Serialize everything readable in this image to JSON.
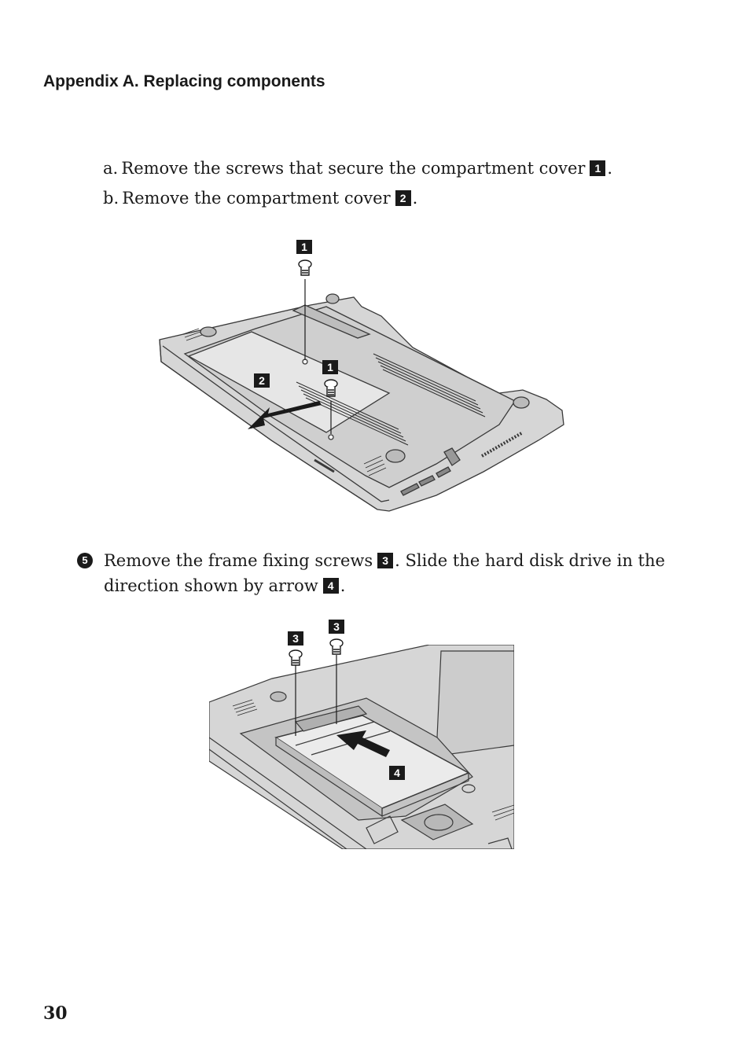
{
  "header": {
    "title": "Appendix A. Replacing components"
  },
  "steps": {
    "a": {
      "text_before": "a. Remove the screws that secure the compartment cover",
      "callout": "1",
      "text_after": "."
    },
    "b": {
      "text_before": "b. Remove the compartment cover",
      "callout": "2",
      "text_after": "."
    },
    "step5": {
      "number": "5",
      "line1_before": "Remove the frame fixing screws",
      "line1_callout": "3",
      "line1_after": ". Slide the hard disk drive in the",
      "line2_before": "direction shown by arrow",
      "line2_callout": "4",
      "line2_after": "."
    }
  },
  "figure1": {
    "callouts": [
      "1",
      "1",
      "2"
    ]
  },
  "figure2": {
    "callouts": [
      "3",
      "3",
      "4"
    ]
  },
  "footer": {
    "page_number": "30"
  }
}
